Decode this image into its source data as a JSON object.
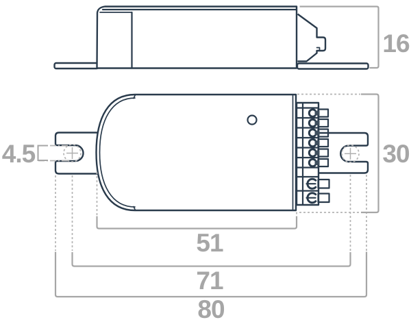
{
  "drawing": {
    "dimensions": {
      "height_mm": "16",
      "slot_width_mm": "4.5",
      "body_width_mm": "30",
      "body_length_mm": "51",
      "mount_centers_mm": "71",
      "overall_length_mm": "80"
    },
    "colors": {
      "outline": "#2a3b4c",
      "dimension_gray": "#a6a6a6",
      "dashed_gray": "#b4b4b4"
    }
  }
}
